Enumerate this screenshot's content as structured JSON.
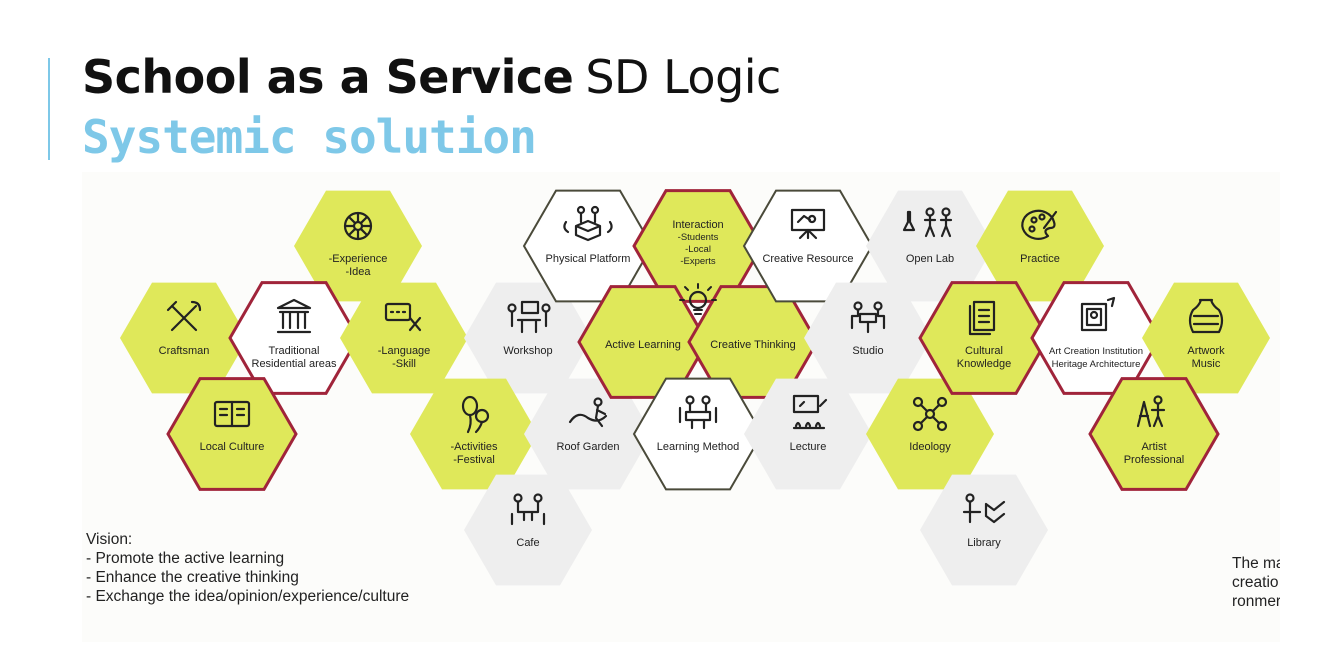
{
  "title": {
    "part1": "School as a Service",
    "part2": "SD Logic",
    "subtitle": "Systemic solution"
  },
  "colors": {
    "accent": "#7ec8e8",
    "hex_yellow": "#dfe85a",
    "hex_light": "#eeeeee",
    "hex_white": "#ffffff",
    "border_maroon": "#a0243a",
    "border_dark": "#4a4a3a"
  },
  "hexes": [
    {
      "id": "experience-idea",
      "icon": "flower-icon",
      "lines": [
        "-Experience",
        "-Idea"
      ],
      "style": "yellow"
    },
    {
      "id": "craftsman",
      "icon": "tools-icon",
      "lines": [
        "Craftsman"
      ],
      "style": "yellow"
    },
    {
      "id": "traditional-residential-areas",
      "icon": "temple-icon",
      "lines": [
        "Traditional",
        "Residential areas"
      ],
      "style": "white-maroon"
    },
    {
      "id": "language-skill",
      "icon": "chat-tools-icon",
      "lines": [
        "-Language",
        "-Skill"
      ],
      "style": "yellow"
    },
    {
      "id": "local-culture",
      "icon": "book-icon",
      "lines": [
        "Local Culture"
      ],
      "style": "yellow-maroon"
    },
    {
      "id": "workshop",
      "icon": "workshop-icon",
      "lines": [
        "Workshop"
      ],
      "style": "light"
    },
    {
      "id": "activities-festival",
      "icon": "balloons-icon",
      "lines": [
        "-Activities",
        "-Festival"
      ],
      "style": "yellow"
    },
    {
      "id": "cafe",
      "icon": "cafe-icon",
      "lines": [
        "Cafe"
      ],
      "style": "light"
    },
    {
      "id": "roof-garden",
      "icon": "garden-icon",
      "lines": [
        "Roof Garden"
      ],
      "style": "light"
    },
    {
      "id": "physical-platform",
      "icon": "platform-icon",
      "lines": [
        "Physical Platform"
      ],
      "style": "white-dark"
    },
    {
      "id": "interaction",
      "icon": "",
      "lines": [
        "Interaction",
        "-Students",
        "-Local",
        "-Experts"
      ],
      "style": "yellow-maroon"
    },
    {
      "id": "active-learning",
      "icon": "",
      "lines": [
        "Active Learning"
      ],
      "style": "yellow-maroon"
    },
    {
      "id": "creative-thinking",
      "icon": "",
      "lines": [
        "Creative Thinking"
      ],
      "style": "yellow-maroon"
    },
    {
      "id": "learning-method",
      "icon": "meeting-icon",
      "lines": [
        "Learning Method"
      ],
      "style": "white-dark"
    },
    {
      "id": "creative-resource",
      "icon": "presentation-icon",
      "lines": [
        "Creative Resource"
      ],
      "style": "white-dark"
    },
    {
      "id": "lecture",
      "icon": "lecture-icon",
      "lines": [
        "Lecture"
      ],
      "style": "light"
    },
    {
      "id": "open-lab",
      "icon": "lab-icon",
      "lines": [
        "Open Lab"
      ],
      "style": "light"
    },
    {
      "id": "studio",
      "icon": "studio-icon",
      "lines": [
        "Studio"
      ],
      "style": "light"
    },
    {
      "id": "ideology",
      "icon": "network-icon",
      "lines": [
        "Ideology"
      ],
      "style": "yellow"
    },
    {
      "id": "library",
      "icon": "library-icon",
      "lines": [
        "Library"
      ],
      "style": "light"
    },
    {
      "id": "practice",
      "icon": "palette-icon",
      "lines": [
        "Practice"
      ],
      "style": "yellow"
    },
    {
      "id": "cultural-knowledge",
      "icon": "document-icon",
      "lines": [
        "Cultural",
        "Knowledge"
      ],
      "style": "yellow-maroon"
    },
    {
      "id": "art-creation-institution",
      "icon": "frame-icon",
      "lines": [
        "Art Creation Institution",
        "Heritage Architecture"
      ],
      "style": "white-maroon"
    },
    {
      "id": "artwork-music",
      "icon": "vase-icon",
      "lines": [
        "Artwork",
        "Music"
      ],
      "style": "yellow"
    },
    {
      "id": "artist-professional",
      "icon": "artist-icon",
      "lines": [
        "Artist",
        "Professional"
      ],
      "style": "yellow-maroon"
    }
  ],
  "bulb_icon": "lightbulb-icon",
  "vision": {
    "heading": "Vision:",
    "items": [
      "- Promote the active learning",
      "- Enhance the creative thinking",
      "- Exchange the idea/opinion/experience/culture"
    ]
  },
  "cut_text": [
    "The ma",
    "creatio",
    "ronmer"
  ]
}
